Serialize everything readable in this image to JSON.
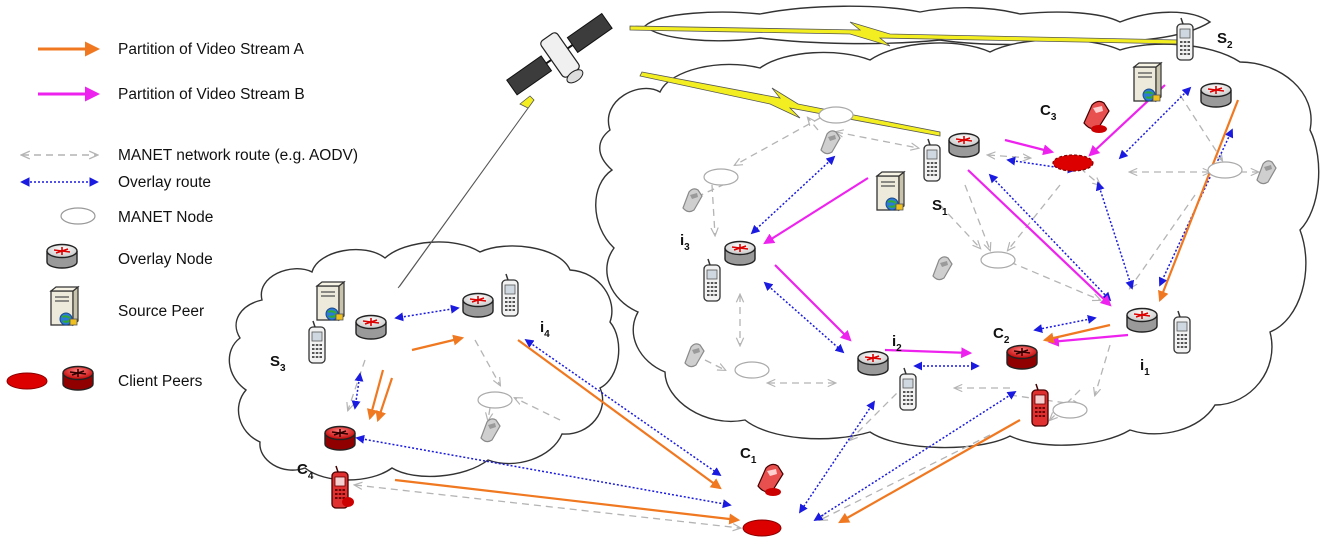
{
  "legend": [
    {
      "key": "stream_a",
      "label": "Partition of Video Stream A"
    },
    {
      "key": "stream_b",
      "label": "Partition of Video Stream B"
    },
    {
      "key": "manet_route",
      "label": "MANET network route (e.g. AODV)"
    },
    {
      "key": "overlay_route",
      "label": "Overlay route"
    },
    {
      "key": "manet_node",
      "label": "MANET Node"
    },
    {
      "key": "overlay_node",
      "label": "Overlay  Node"
    },
    {
      "key": "source_peer",
      "label": "Source Peer"
    },
    {
      "key": "client_peers",
      "label": "Client Peers"
    }
  ],
  "nodes": {
    "s1": {
      "base": "S",
      "sub": "1"
    },
    "s2": {
      "base": "S",
      "sub": "2"
    },
    "s3": {
      "base": "S",
      "sub": "3"
    },
    "c1": {
      "base": "C",
      "sub": "1"
    },
    "c2": {
      "base": "C",
      "sub": "2"
    },
    "c3": {
      "base": "C",
      "sub": "3"
    },
    "c4": {
      "base": "C",
      "sub": "4"
    },
    "i1": {
      "base": "i",
      "sub": "1"
    },
    "i2": {
      "base": "i",
      "sub": "2"
    },
    "i3": {
      "base": "i",
      "sub": "3"
    },
    "i4": {
      "base": "i",
      "sub": "4"
    }
  },
  "colors": {
    "stream_a": "#f07820",
    "stream_b": "#ee22ee",
    "manet_route": "#b4b4b4",
    "overlay_route": "#1a1ae0",
    "satellite_link": "#f2ee22",
    "client": "#dd0000",
    "cloud_outline": "#333333"
  },
  "icons": [
    "satellite-icon",
    "router-icon",
    "server-icon",
    "phone-icon",
    "manet-node-icon",
    "client-ellipse-icon"
  ]
}
